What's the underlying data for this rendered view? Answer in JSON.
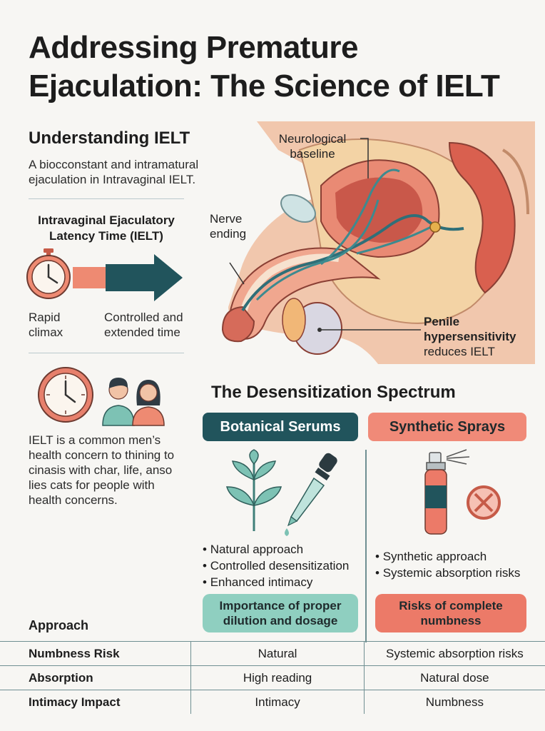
{
  "title": "Addressing Premature Ejaculation: The Science of IELT",
  "understanding": {
    "heading": "Understanding IELT",
    "description": "A biocconstant and intramatural ejaculation in Intravaginal IELT."
  },
  "ielt": {
    "label": "Intravaginal Ejaculatory Latency Time (IELT)",
    "left_caption": "Rapid climax",
    "right_caption": "Controlled and extended time"
  },
  "concern_text": "IELT is a common men’s health concern to thining to cinasis with char, life, anso lies cats for people with health concerns.",
  "anatomy": {
    "label_baseline": "Neurological baseline",
    "label_nerve": "Nerve ending",
    "label_penile_bold": "Penile hypersensitivity",
    "label_penile_rest": "reduces IELT"
  },
  "spectrum": {
    "heading": "The Desensitization Spectrum",
    "botanical": {
      "label": "Botanical Serums",
      "bullets": [
        "Natural approach",
        "Controlled desensitization",
        "Enhanced intimacy"
      ],
      "note": "Importance of proper dilution and dosage"
    },
    "synthetic": {
      "label": "Synthetic Sprays",
      "bullets": [
        "Synthetic approach",
        "Systemic absorption risks"
      ],
      "note": "Risks of complete numbness"
    }
  },
  "table": {
    "header_label": "Approach",
    "rows": [
      {
        "label": "Numbness Risk",
        "botanical": "Natural",
        "synthetic": "Systemic absorption risks"
      },
      {
        "label": "Absorption",
        "botanical": "High reading",
        "synthetic": "Natural dose"
      },
      {
        "label": "Intimacy Impact",
        "botanical": "Intimacy",
        "synthetic": "Numbness"
      }
    ]
  },
  "colors": {
    "teal_dark": "#21545c",
    "teal_light": "#8fcfc0",
    "coral": "#ec7a68",
    "coral_light": "#f08a78"
  }
}
